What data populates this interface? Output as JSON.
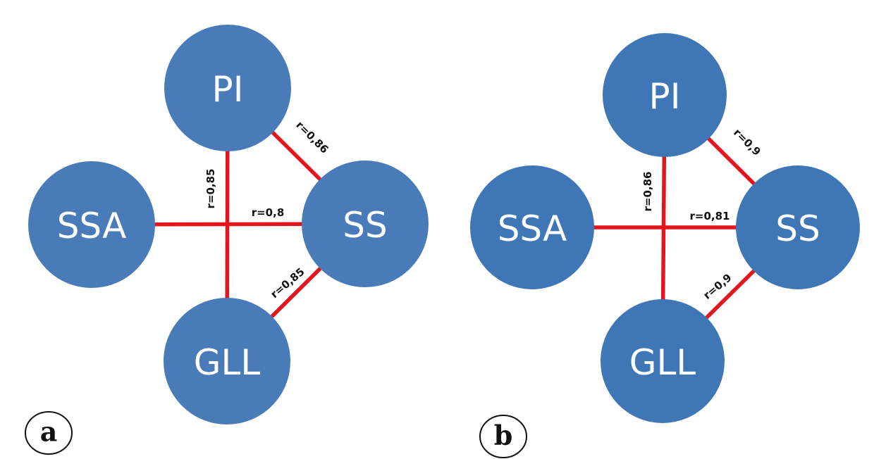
{
  "panels": [
    {
      "id": "a",
      "label": "a",
      "node_color": "#4a7bb9",
      "edge_color": "#e3151d",
      "nodes": [
        {
          "id": "PI",
          "label": "PI"
        },
        {
          "id": "SSA",
          "label": "SSA"
        },
        {
          "id": "SS",
          "label": "SS"
        },
        {
          "id": "GLL",
          "label": "GLL"
        }
      ],
      "edges": [
        {
          "from": "PI",
          "to": "GLL",
          "label": "r=0,85"
        },
        {
          "from": "SSA",
          "to": "SS",
          "label": "r=0,8"
        },
        {
          "from": "PI",
          "to": "SS",
          "label": "r=0,86"
        },
        {
          "from": "GLL",
          "to": "SS",
          "label": "r=0,85"
        }
      ]
    },
    {
      "id": "b",
      "label": "b",
      "node_color": "#3f76b6",
      "edge_color": "#e3151d",
      "nodes": [
        {
          "id": "PI",
          "label": "PI"
        },
        {
          "id": "SSA",
          "label": "SSA"
        },
        {
          "id": "SS",
          "label": "SS"
        },
        {
          "id": "GLL",
          "label": "GLL"
        }
      ],
      "edges": [
        {
          "from": "PI",
          "to": "GLL",
          "label": "r=0,86"
        },
        {
          "from": "SSA",
          "to": "SS",
          "label": "r=0,81"
        },
        {
          "from": "PI",
          "to": "SS",
          "label": "r=0,9"
        },
        {
          "from": "GLL",
          "to": "SS",
          "label": "r=0,9"
        }
      ]
    }
  ]
}
